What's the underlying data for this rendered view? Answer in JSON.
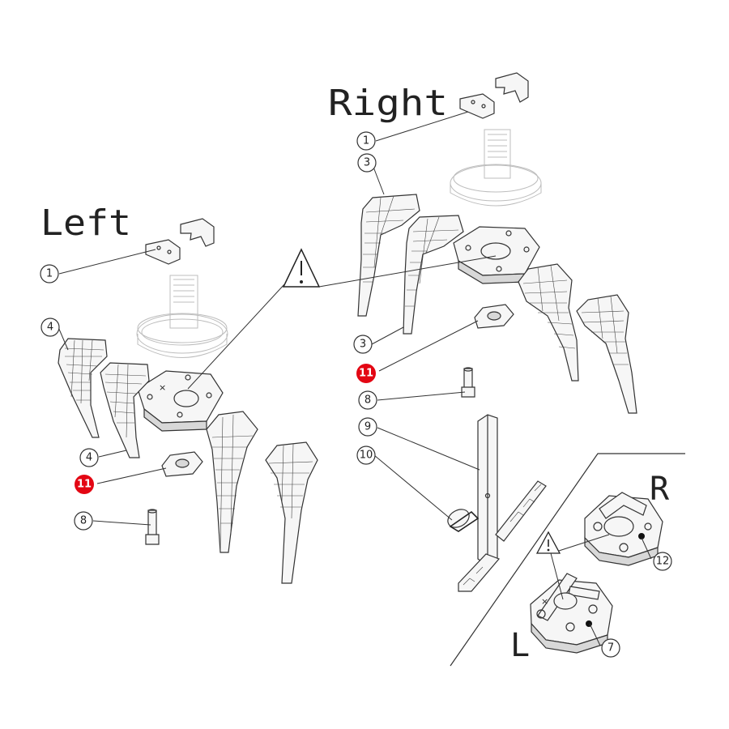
{
  "labels": {
    "left": "Left",
    "right": "Right",
    "inset_right": "R",
    "inset_left": "L"
  },
  "callouts": {
    "c1_left": "1",
    "c1_right": "1",
    "c3_top": "3",
    "c3_bottom": "3",
    "c4_top": "4",
    "c4_bottom": "4",
    "c7": "7",
    "c8_left": "8",
    "c8_right": "8",
    "c9": "9",
    "c10": "10",
    "c11_left": "11",
    "c11_right": "11",
    "c12": "12"
  },
  "colors": {
    "highlight": "#e30613",
    "line": "#333333",
    "ghost": "#bdbdbd"
  },
  "icons": [
    "warning-triangle-icon"
  ]
}
